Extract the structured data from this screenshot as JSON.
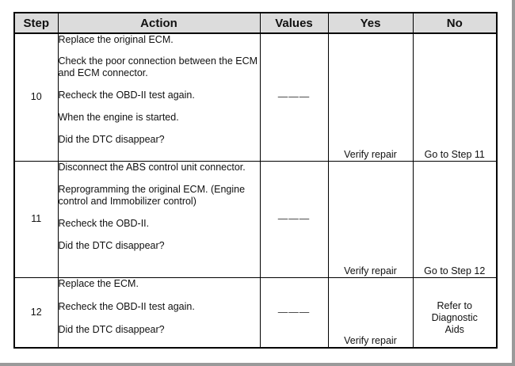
{
  "headers": {
    "step": "Step",
    "action": "Action",
    "values": "Values",
    "yes": "Yes",
    "no": "No"
  },
  "rows": [
    {
      "step": "10",
      "actions": [
        "Replace the original ECM.",
        "Check the poor connection between the ECM and ECM connector.",
        "Recheck the OBD-II test again.",
        "When the engine is started.",
        "Did the DTC disappear?"
      ],
      "values": "———",
      "yes": "Verify repair",
      "no": "Go to Step 11"
    },
    {
      "step": "11",
      "actions": [
        "Disconnect the ABS control unit connector.",
        "Reprogramming the original ECM. (Engine control and Immobilizer control)",
        "Recheck the OBD-II.",
        "Did the DTC disappear?"
      ],
      "values": "———",
      "yes": "Verify repair",
      "no": "Go to Step 12"
    },
    {
      "step": "12",
      "actions": [
        "Replace the ECM.",
        "Recheck the OBD-II test again.",
        "Did the DTC disappear?"
      ],
      "values": "———",
      "yes": "Verify repair",
      "no": "Refer to Diagnostic Aids"
    }
  ]
}
